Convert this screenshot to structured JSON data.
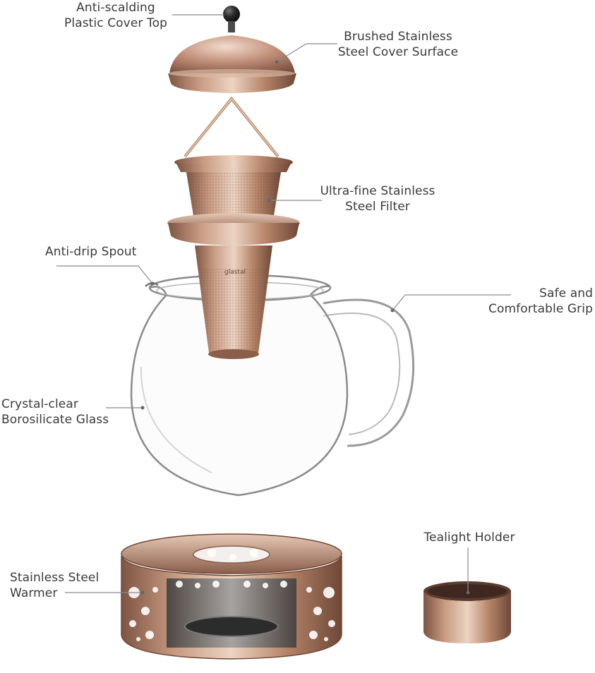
{
  "labels": {
    "cover_top": {
      "line1": "Anti-scalding",
      "line2": "Plastic Cover Top"
    },
    "cover_surface": {
      "line1": "Brushed Stainless",
      "line2": "Steel Cover Surface"
    },
    "filter": {
      "line1": "Ultra-fine Stainless",
      "line2": "Steel Filter"
    },
    "spout": {
      "line1": "Anti-drip Spout"
    },
    "grip": {
      "line1": "Safe and",
      "line2": "Comfortable Grip"
    },
    "glass": {
      "line1": "Crystal-clear",
      "line2": "Borosilicate Glass"
    },
    "warmer": {
      "line1": "Stainless Steel",
      "line2": "Warmer"
    },
    "tealight": {
      "line1": "Tealight Holder"
    }
  },
  "brand_mark": "glastal",
  "colors": {
    "copper": "#b9876d",
    "copper_dark": "#7e5443",
    "copper_light": "#e2c2ad",
    "glass_line": "#8b8b8b",
    "leader_line": "#8a8a8a",
    "knob": "#2a2a2a"
  }
}
